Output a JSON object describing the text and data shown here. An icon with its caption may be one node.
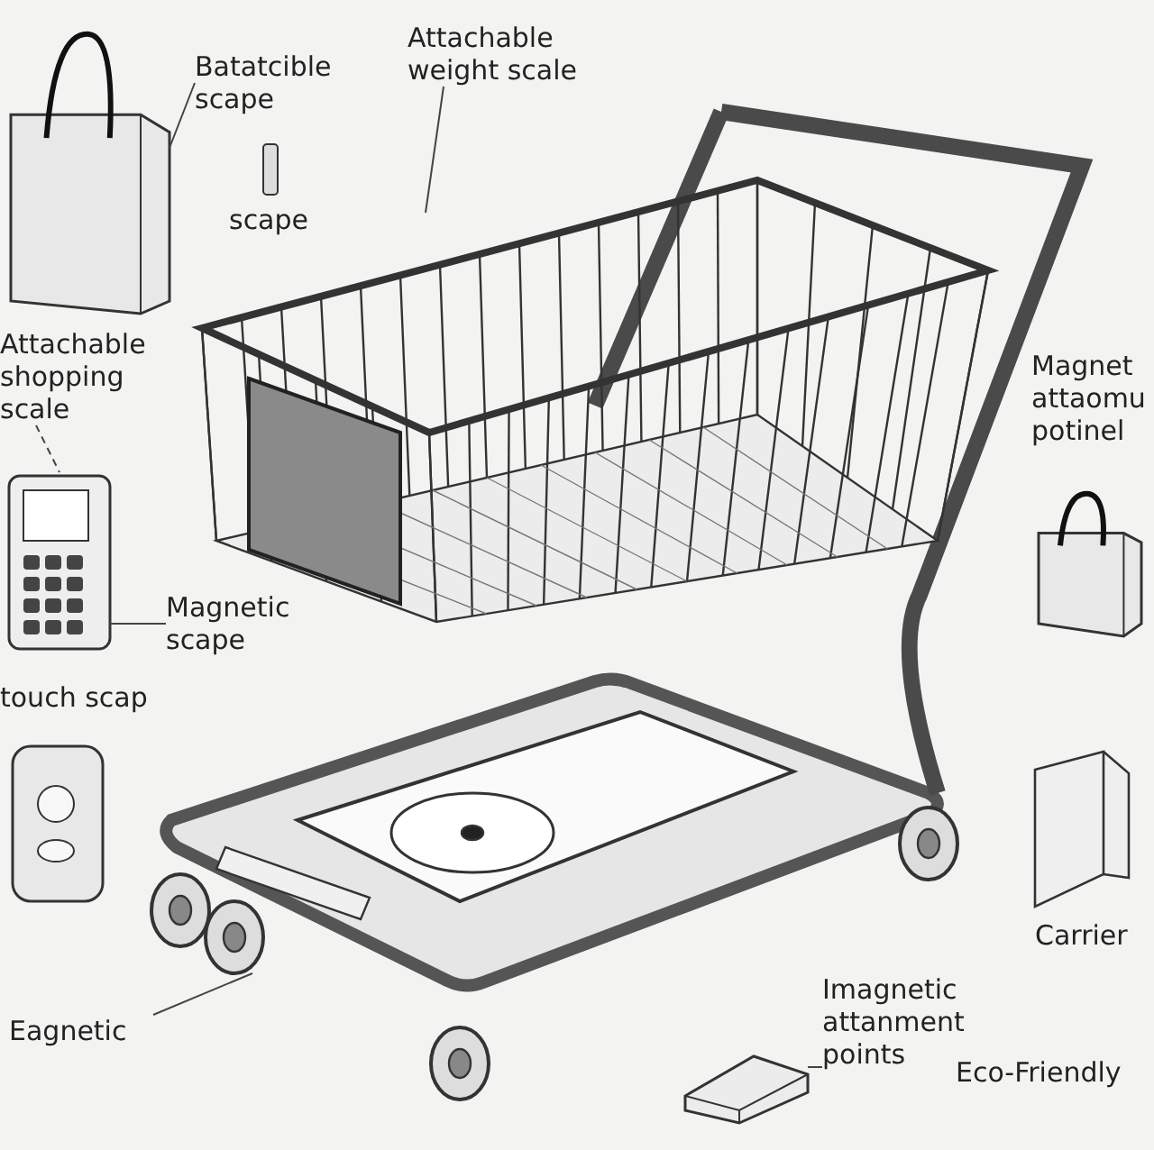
{
  "diagram": {
    "nodes": [
      {
        "text": [],
        "shape": "picture"
      },
      {
        "text": [
          "Batatcible scape"
        ]
      },
      {
        "text": [
          "Attachable weight scale"
        ]
      },
      {
        "text": [
          "Attachable shopping scale"
        ]
      },
      {
        "text": [],
        "shape": "picture"
      },
      {
        "text": [
          "Magnetic scape"
        ]
      },
      {
        "text": [
          "Eagnetic"
        ]
      },
      {
        "text": [],
        "shape": "picture"
      },
      {
        "text": [
          "Imagnetic attanment points"
        ]
      }
    ],
    "edges": [
      {
        "from": 1,
        "to": 0,
        "arrow": "none"
      },
      {
        "from": 2,
        "to": null,
        "arrow": "none"
      },
      {
        "from": 3,
        "to": 4,
        "arrow": "none",
        "style": "dashed"
      },
      {
        "from": 5,
        "to": 4,
        "arrow": "none"
      },
      {
        "from": 6,
        "to": null,
        "arrow": "none"
      },
      {
        "from": 8,
        "to": 7,
        "arrow": "none"
      }
    ],
    "labels": [
      "scape",
      "Magnet attaomu potinel",
      "touch scap",
      "Carrier",
      "Eco-Friendly"
    ]
  }
}
